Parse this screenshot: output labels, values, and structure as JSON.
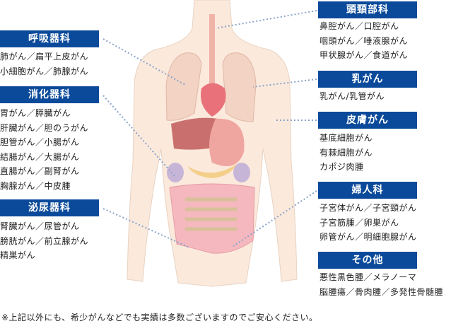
{
  "left": [
    {
      "title": "呼吸器科",
      "items": [
        "肺がん／扁平上皮がん",
        "小細胞がん／肺腺がん"
      ]
    },
    {
      "title": "消化器科",
      "items": [
        "胃がん／膵臓がん",
        "肝臓がん／胆のうがん",
        "胆管がん／小腸がん",
        "結腸がん／大腸がん",
        "直腸がん／副腎がん",
        "胸腺がん／中皮腫"
      ]
    },
    {
      "title": "泌尿器科",
      "items": [
        "腎臓がん／尿管がん",
        "膀胱がん／前立腺がん",
        "精巣がん"
      ]
    }
  ],
  "right": [
    {
      "title": "頭頸部科",
      "items": [
        "鼻腔がん／口腔がん",
        "咽頭がん／唾液腺がん",
        "甲状腺がん／食道がん"
      ]
    },
    {
      "title": "乳がん",
      "items": [
        "乳がん/乳管がん"
      ]
    },
    {
      "title": "皮膚がん",
      "items": [
        "基底細胞がん",
        "有棘細胞がん",
        "カポジ肉腫"
      ]
    },
    {
      "title": "婦人科",
      "items": [
        "子宮体がん／子宮頸がん",
        "子宮筋腫／卵巣がん",
        "卵管がん／明細胞腺がん"
      ]
    },
    {
      "title": "その他",
      "items": [
        "悪性黒色腫／メラノーマ",
        "脳腫瘍／骨肉腫／多発性骨髄腫"
      ]
    }
  ],
  "footer": "※上記以外にも、希少がんなどでも実績は多数ございますのでご安心ください。",
  "colors": {
    "header": "#0b4a9a",
    "skin": "#fbe9dc",
    "leader": "#8aa4cc"
  }
}
